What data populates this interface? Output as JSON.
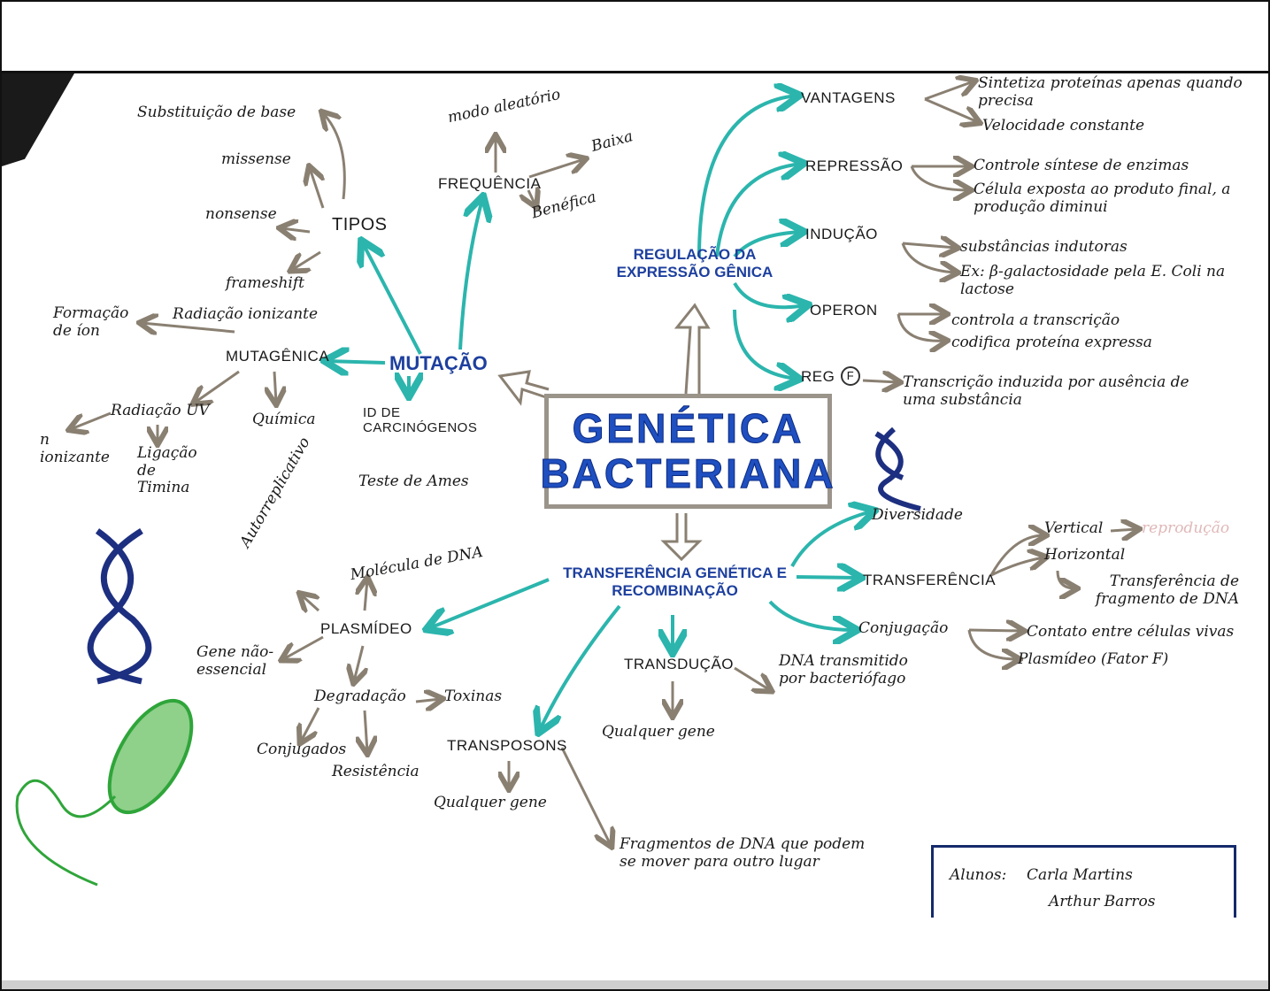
{
  "title": {
    "line1": "GENÉTICA",
    "line2": "BACTERIANA"
  },
  "mutacao": {
    "label": "MUTAÇÃO",
    "tipos": {
      "label": "TIPOS",
      "items": [
        "Substituição de base",
        "missense",
        "nonsense",
        "frameshift"
      ]
    },
    "frequencia": {
      "label": "FREQUÊNCIA",
      "items": [
        "modo aleatório",
        "Baixa",
        "Benéfica"
      ]
    },
    "mutagenica": {
      "label": "MUTAGÊNICA",
      "radiacao_ionizante": "Radiação ionizante",
      "formacao_ion": "Formação de íon",
      "radiacao_uv": "Radiação UV",
      "nao_ionizante": "n ionizante",
      "ligacao_timina": "Ligação de Timina",
      "quimica": "Química"
    },
    "carcinogenos": {
      "label": "ID DE CARCINÓGENOS",
      "teste": "Teste de Ames"
    }
  },
  "regulacao": {
    "label": "REGULAÇÃO DA EXPRESSÃO GÊNICA",
    "vantagens": {
      "label": "VANTAGENS",
      "items": [
        "Sintetiza proteínas apenas quando precisa",
        "Velocidade constante"
      ]
    },
    "repressao": {
      "label": "REPRESSÃO",
      "items": [
        "Controle síntese de enzimas",
        "Célula exposta ao produto final, a produção diminui"
      ]
    },
    "inducao": {
      "label": "INDUÇÃO",
      "items": [
        "substâncias indutoras",
        "Ex: β-galactosidade pela E. Coli na lactose"
      ]
    },
    "operon": {
      "label": "OPERON",
      "items": [
        "controla a transcrição",
        "codifica proteína expressa"
      ]
    },
    "reg": {
      "label": "REG",
      "badge": "F",
      "item": "Transcrição induzida por ausência de uma substância"
    }
  },
  "transferencia": {
    "label": "TRANSFERÊNCIA GENÉTICA E RECOMBINAÇÃO",
    "diversidade": "Diversidade",
    "transf": {
      "label": "TRANSFERÊNCIA",
      "vertical": "Vertical",
      "reproducao": "reprodução",
      "horizontal": "Horizontal",
      "fragmento": "Transferência de fragmento de DNA"
    },
    "conjugacao": {
      "label": "Conjugação",
      "items": [
        "Contato entre células vivas",
        "Plasmídeo (Fator F)"
      ]
    },
    "transducao": {
      "label": "TRANSDUÇÃO",
      "gene": "Qualquer gene",
      "dna": "DNA transmitido por bacteriófago"
    },
    "transposons": {
      "label": "TRANSPOSONS",
      "gene": "Qualquer gene",
      "fragmentos": "Fragmentos de DNA que podem se mover para outro lugar"
    },
    "plasmideo": {
      "label": "PLASMÍDEO",
      "autorreplicativo": "Autorreplicativo",
      "molecula": "Molécula de DNA",
      "gene": "Gene não-essencial",
      "degradacao": "Degradação",
      "toxinas": "Toxinas",
      "conjugados": "Conjugados",
      "resistencia": "Resistência"
    }
  },
  "alunos": {
    "label": "Alunos:",
    "names": [
      "Carla Martins",
      "Arthur Barros"
    ]
  },
  "colors": {
    "teal": "#2bb5ad",
    "gray": "#8a8072",
    "blue": "#1d3f9e"
  }
}
